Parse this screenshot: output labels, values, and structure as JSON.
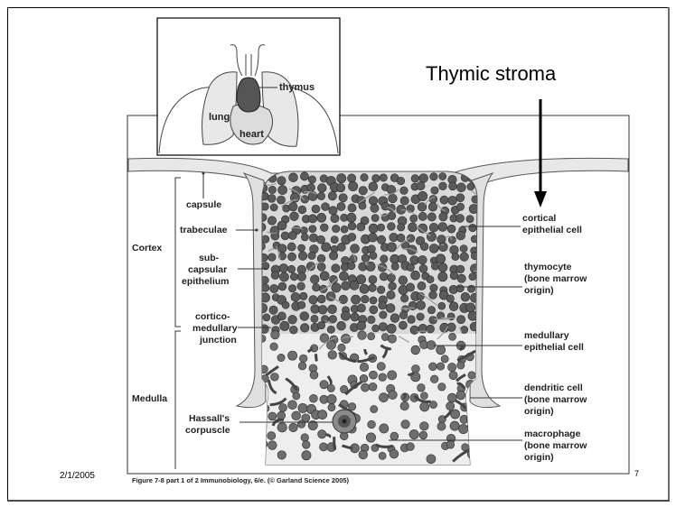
{
  "slide": {
    "title": "Thymic stroma",
    "date": "2/1/2005",
    "page_number": "7"
  },
  "figure": {
    "caption": "Figure 7-8 part 1 of 2  Immunobiology, 6/e. (© Garland Science 2005)",
    "inset": {
      "thymus": "thymus",
      "lung": "lung",
      "heart": "heart"
    },
    "regions": {
      "cortex": "Cortex",
      "medulla": "Medulla"
    },
    "left_labels": {
      "capsule": "capsule",
      "trabeculae": "trabeculae",
      "subcapsular": [
        "sub-",
        "capsular",
        "epithelium"
      ],
      "junction": [
        "cortico-",
        "medullary",
        "junction"
      ],
      "hassall": [
        "Hassall's",
        "corpuscle"
      ]
    },
    "right_labels": {
      "cortical": [
        "cortical",
        "epithelial cell"
      ],
      "thymocyte": [
        "thymocyte",
        "(bone marrow",
        "origin)"
      ],
      "medullary": [
        "medullary",
        "epithelial cell"
      ],
      "dendritic": [
        "dendritic cell",
        "(bone marrow",
        "origin)"
      ],
      "macrophage": [
        "macrophage",
        "(bone marrow",
        "origin)"
      ]
    }
  }
}
